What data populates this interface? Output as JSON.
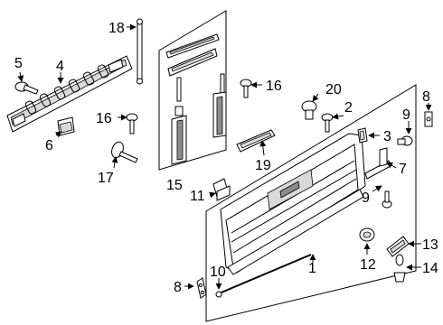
{
  "callouts": {
    "c1": "1",
    "c2": "2",
    "c3": "3",
    "c4": "4",
    "c5": "5",
    "c6": "6",
    "c7": "7",
    "c8a": "8",
    "c8b": "8",
    "c9a": "9",
    "c9b": "9",
    "c10": "10",
    "c11": "11",
    "c12": "12",
    "c13": "13",
    "c14": "14",
    "c15": "15",
    "c16a": "16",
    "c16b": "16",
    "c17": "17",
    "c18": "18",
    "c19": "19",
    "c20": "20"
  }
}
